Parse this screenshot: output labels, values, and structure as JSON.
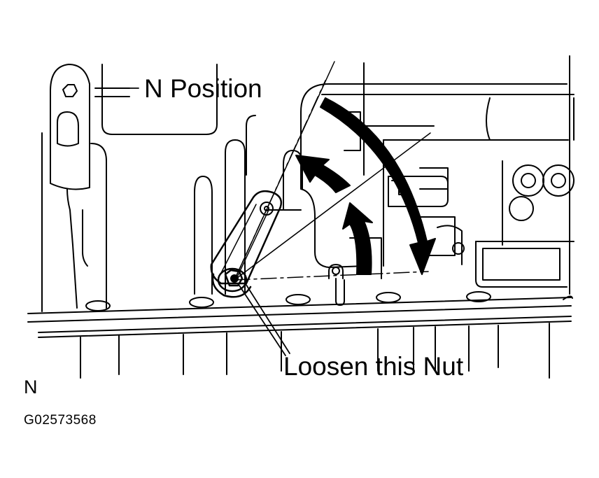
{
  "labels": {
    "n_position": "N Position",
    "loosen_nut": "Loosen this Nut",
    "view_letter": "N",
    "figure_id": "G02573568"
  },
  "colors": {
    "ink": "#000000",
    "background": "#ffffff"
  }
}
